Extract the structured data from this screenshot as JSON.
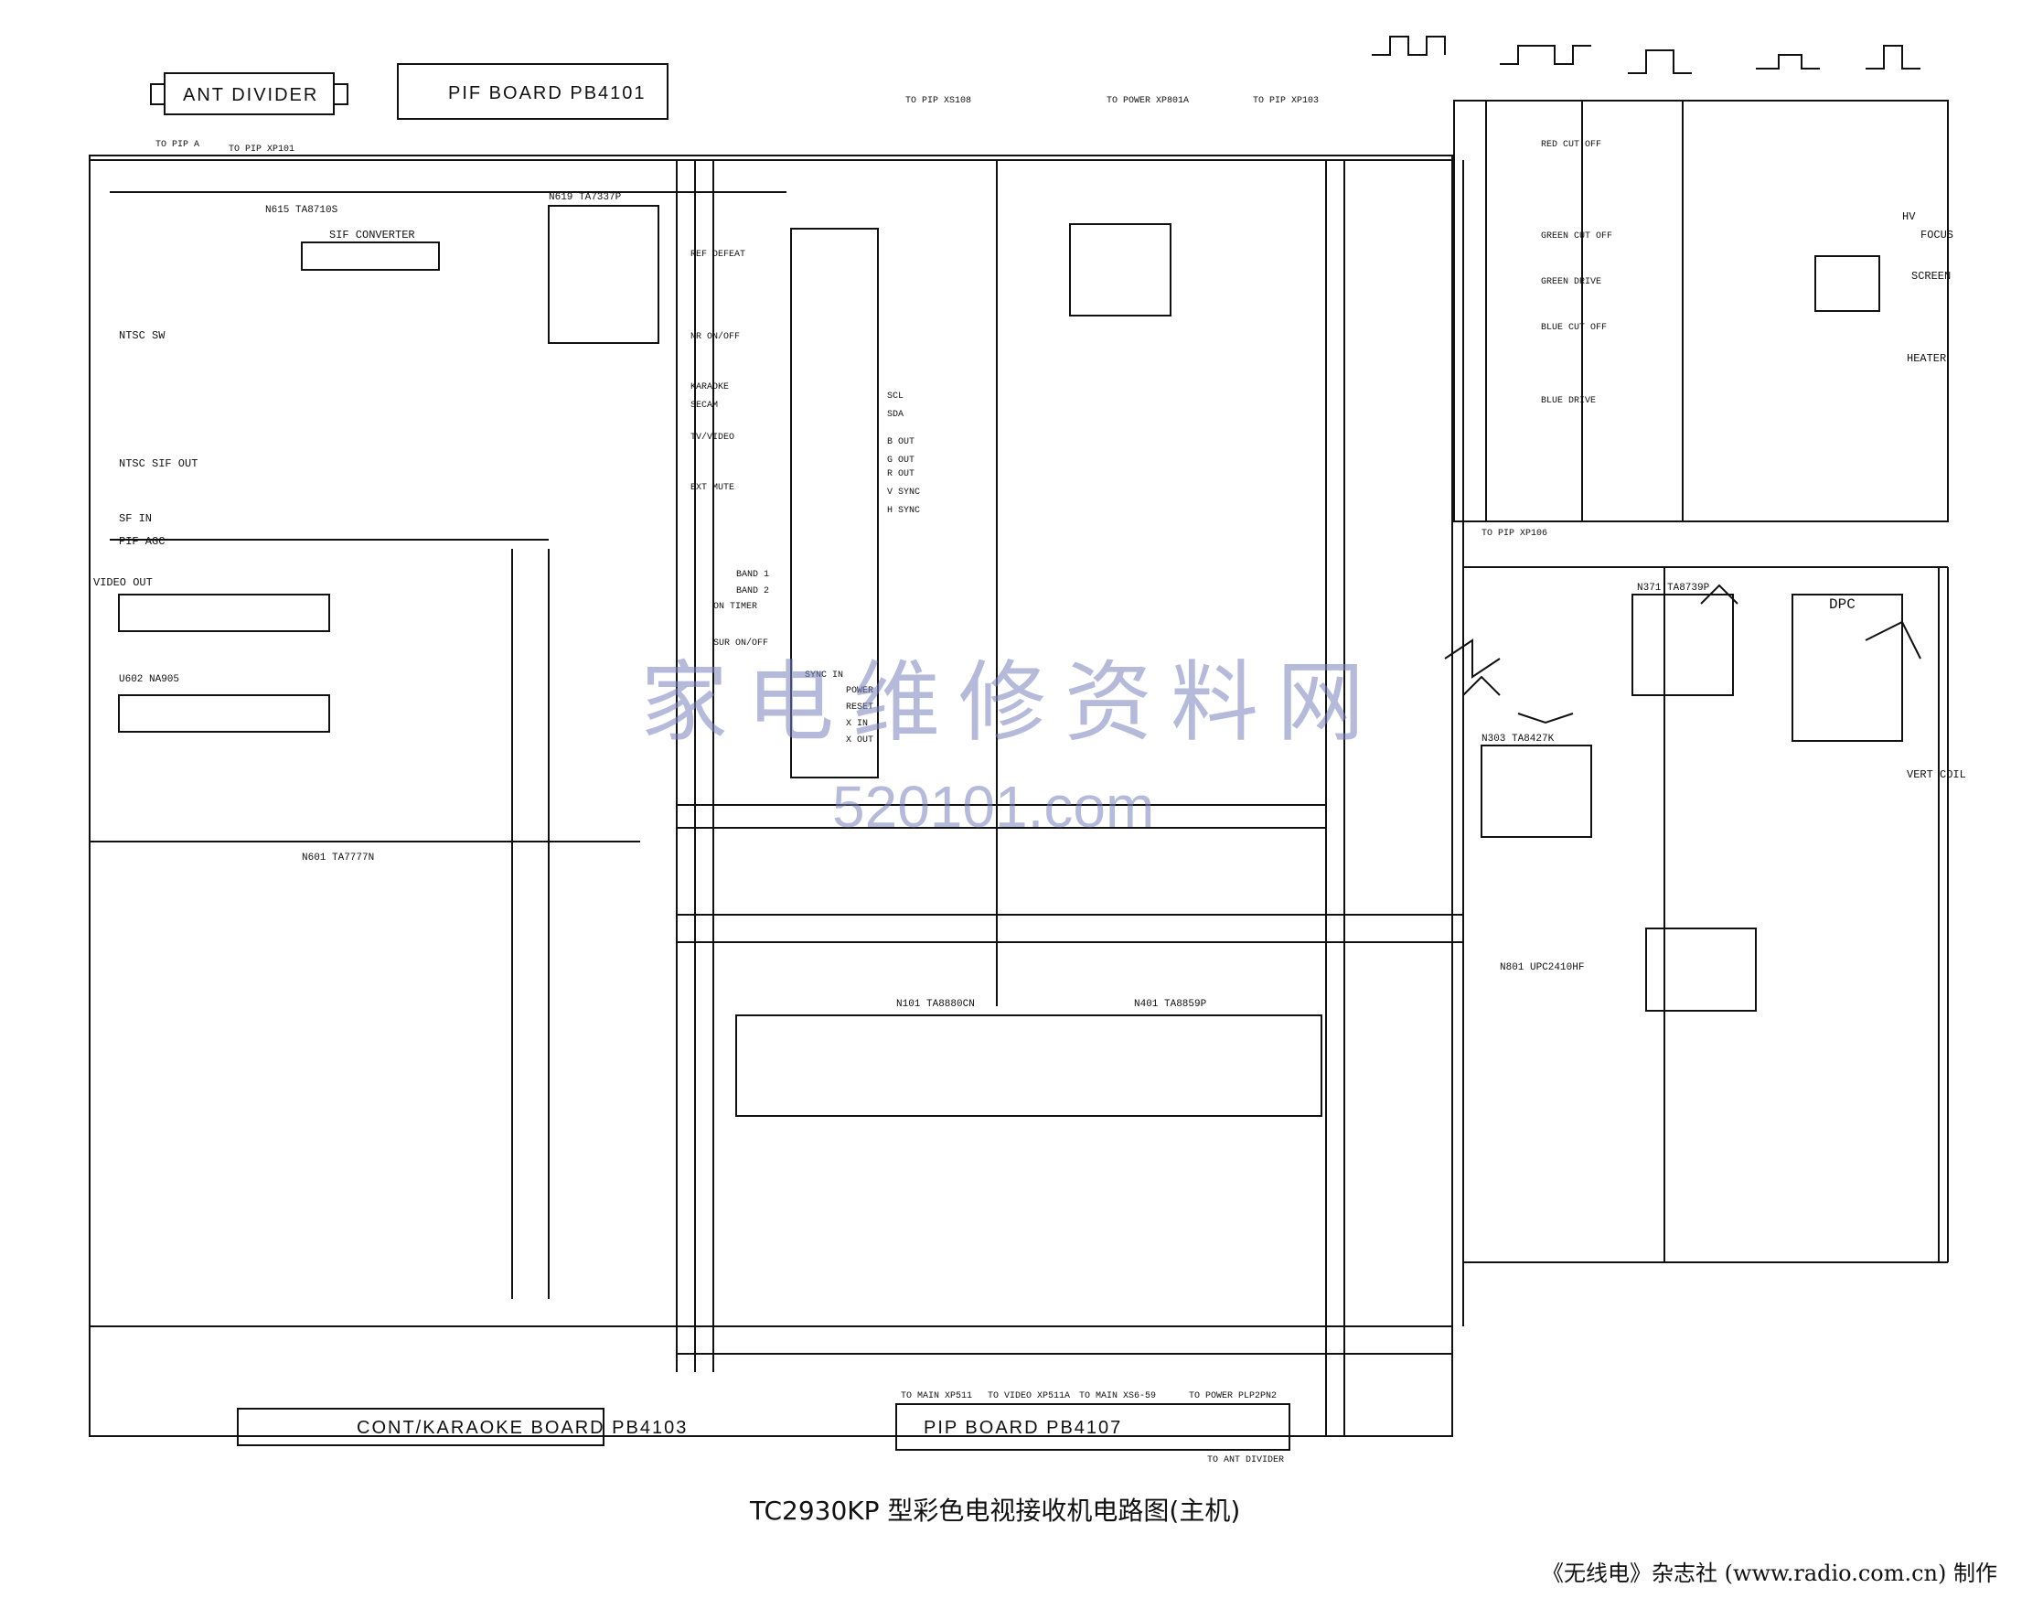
{
  "boards": {
    "ant_divider": "ANT DIVIDER",
    "pif": "PIF BOARD PB4101",
    "cont_karaoke": "CONT/KARAOKE BOARD PB4103",
    "pip": "PIP BOARD PB4107"
  },
  "blocks": {
    "sif_converter": "SIF CONVERTER",
    "ntsc_sw": "NTSC SW",
    "ntsc_sif_out": "NTSC SIF OUT",
    "sif_in": "SF IN",
    "pif_agc": "PIF AGC",
    "video_out": "VIDEO OUT",
    "dpc": "DPC",
    "vert_coil": "VERT COIL",
    "focus": "FOCUS",
    "screen": "SCREEN",
    "heater": "HEATER",
    "hv": "HV"
  },
  "ics": [
    "N615 TA8710S",
    "N619 TA7337P",
    "N601 TA7777N",
    "N371 TA8739P",
    "N303 TA8427K",
    "N401 TA8859P",
    "N101 TA8880CN",
    "N801 UPC2410HF",
    "U602 NA905"
  ],
  "connectors": [
    "TO PIP XS108",
    "TO POWER XP801A",
    "TO PIP XP103",
    "TO PIP XP106",
    "TO MAIN XP511",
    "TO VIDEO XP511A",
    "TO MAIN XS6-59",
    "TO POWER PLP2PN2",
    "TO ANT DIVIDER",
    "TO PIP A",
    "TO PIP XP101"
  ],
  "control_pins": [
    "REF DEFEAT",
    "NR ON/OFF",
    "TV/VIDEO",
    "KARAOKE",
    "SECAM",
    "EXT MUTE",
    "BAND 1",
    "BAND 2",
    "ON TIMER",
    "SUR ON/OFF",
    "RESET",
    "POWER",
    "X IN",
    "X OUT",
    "SYNC IN",
    "B OUT",
    "G OUT",
    "R OUT",
    "V SYNC",
    "H SYNC",
    "SDA",
    "SCL"
  ],
  "rgb_labels": [
    "RED CUT OFF",
    "GREEN CUT OFF",
    "BLUE CUT OFF",
    "GREEN DRIVE",
    "BLUE DRIVE"
  ],
  "watermark": "家电维修资料网",
  "watermark_url": "520101.com",
  "title": "TC2930KP 型彩色电视接收机电路图(主机)",
  "credit": "《无线电》杂志社 (www.radio.com.cn) 制作"
}
